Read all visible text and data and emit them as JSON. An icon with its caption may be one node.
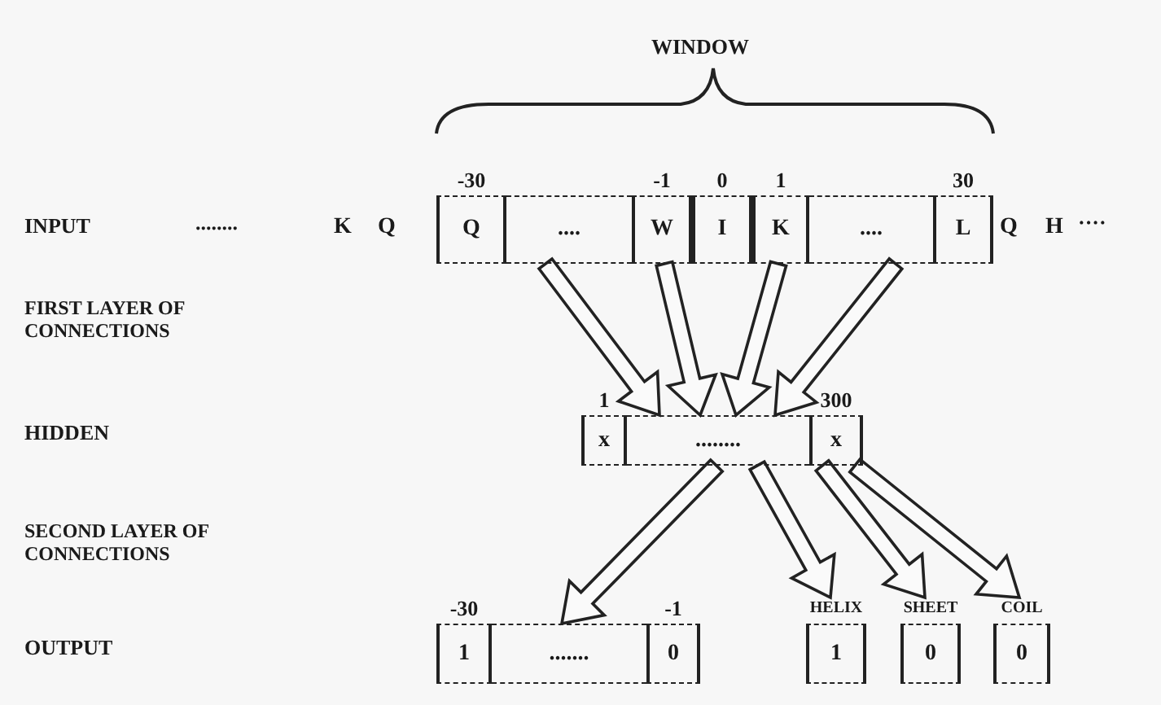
{
  "diagram": {
    "nodes": [
      {
        "text": [
          "Q"
        ],
        "beside": [
          "-30"
        ]
      },
      {
        "text": [
          "...."
        ]
      },
      {
        "text": [
          "W"
        ],
        "beside": [
          "-1"
        ]
      },
      {
        "text": [
          "I"
        ],
        "beside": [
          "0"
        ]
      },
      {
        "text": [
          "K"
        ],
        "beside": [
          "1"
        ]
      },
      {
        "text": [
          "...."
        ]
      },
      {
        "text": [
          "L"
        ],
        "beside": [
          "30"
        ]
      },
      {
        "text": [
          "x"
        ],
        "beside": [
          "1"
        ]
      },
      {
        "text": [
          "........"
        ]
      },
      {
        "text": [
          "x"
        ],
        "beside": [
          "300"
        ]
      },
      {
        "text": [
          "1"
        ],
        "beside": [
          "-30"
        ]
      },
      {
        "text": [
          "......."
        ]
      },
      {
        "text": [
          "0"
        ],
        "beside": [
          "-1"
        ]
      },
      {
        "text": [
          "1"
        ],
        "beside": [
          "HELIX"
        ]
      },
      {
        "text": [
          "0"
        ],
        "beside": [
          "SHEET"
        ]
      },
      {
        "text": [
          "0"
        ],
        "beside": [
          "COIL"
        ]
      }
    ],
    "edges": [
      {
        "from": 1,
        "to": 8,
        "arrow": "to",
        "style": "thick"
      },
      {
        "from": 2,
        "to": 8,
        "arrow": "to",
        "style": "thick"
      },
      {
        "from": 4,
        "to": 8,
        "arrow": "to",
        "style": "thick"
      },
      {
        "from": 5,
        "to": 8,
        "arrow": "to",
        "style": "thick"
      },
      {
        "from": 8,
        "to": 11,
        "arrow": "to",
        "style": "thick"
      },
      {
        "from": 8,
        "to": 13,
        "arrow": "to",
        "style": "thick"
      },
      {
        "from": 9,
        "to": 14,
        "arrow": "to",
        "style": "thick"
      },
      {
        "from": 9,
        "to": 15,
        "arrow": "to",
        "style": "thick"
      }
    ],
    "labels": [
      "WINDOW",
      "INPUT",
      "........",
      "K",
      "Q",
      "Q",
      "H",
      "····",
      "FIRST LAYER OF CONNECTIONS",
      "HIDDEN",
      "SECOND LAYER OF CONNECTIONS",
      "OUTPUT"
    ]
  }
}
